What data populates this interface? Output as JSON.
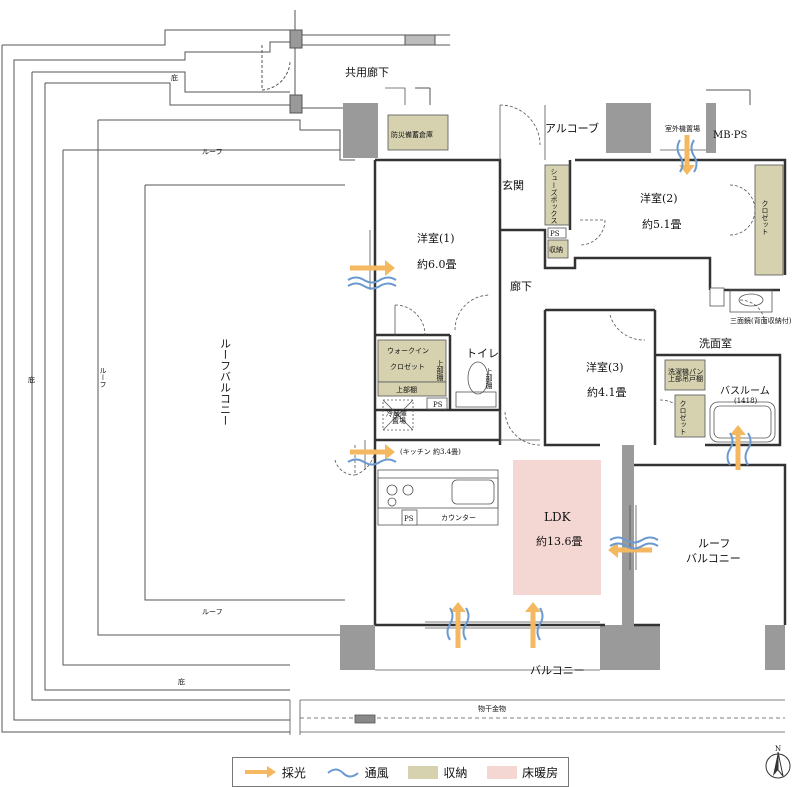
{
  "rooms": {
    "corridor": "共用廊下",
    "alcove": "アルコーブ",
    "disaster_storage": "防災備蓄倉庫",
    "mbps": "MB·PS",
    "outdoor_unit": "室外機置場",
    "entrance": "玄関",
    "shoe_box": "シューズボックス",
    "ps": "PS",
    "storage": "収納",
    "room1": "洋室(1)",
    "room1_size": "約6.0畳",
    "room2": "洋室(2)",
    "room2_size": "約5.1畳",
    "room3": "洋室(3)",
    "room3_size": "約4.1畳",
    "closet": "クロゼット",
    "hallway": "廊下",
    "walkin": "ウォークイン",
    "walkin_closet": "クロゼット",
    "upper_shelf": "上部棚",
    "toilet": "トイレ",
    "washroom": "洗面室",
    "dryer": "三面鏡(背面収納付)",
    "washer_pan": "洗濯機パン",
    "washer_upper": "上部吊戸棚",
    "bathroom": "バスルーム",
    "bath_size": "(1418)",
    "fridge": "冷蔵庫",
    "fridge_place": "置場",
    "kitchen": "(キッチン 約3.4畳)",
    "counter": "カウンター",
    "ldk": "LDK",
    "ldk_size": "約13.6畳",
    "roof_balcony": "ルーフバルコニー",
    "roof_balcony_right": "ルーフ",
    "roof_balcony_right2": "バルコニー",
    "roof": "ルーフ",
    "garden": "庇",
    "balcony": "バルコニー",
    "laundry_hardware": "物干金物",
    "north": "N"
  },
  "legend": [
    {
      "label": "採光",
      "color": "#f4b860"
    },
    {
      "label": "通風",
      "color": "#6a9ad0"
    },
    {
      "label": "収納",
      "color": "#d6d2b0"
    },
    {
      "label": "床暖房",
      "color": "#f4d6d2"
    }
  ]
}
